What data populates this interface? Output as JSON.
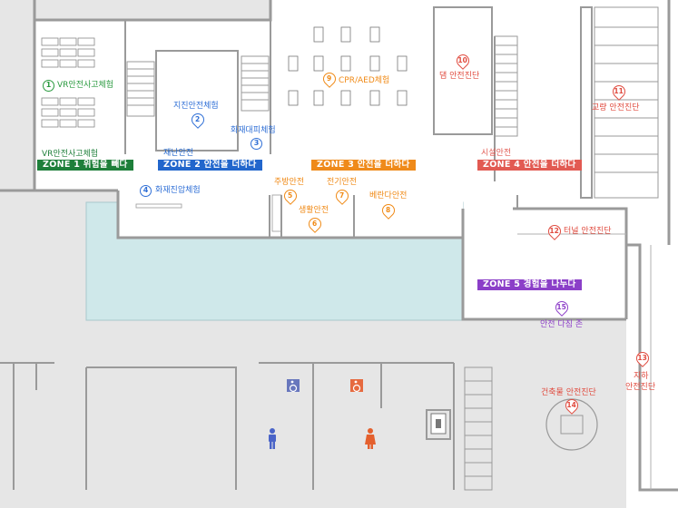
{
  "colors": {
    "zone1": "#1e7f3a",
    "zone2": "#2266cc",
    "zone3": "#ef8a1a",
    "zone4": "#e25a52",
    "zone5": "#8b3fc8",
    "pool": "#cfe8ea",
    "gray_area": "#e6e6e6",
    "wall": "#a8a8a8"
  },
  "zones": {
    "zone1": {
      "sub": "VR안전사고체험",
      "label": "ZONE 1  위험을 빼다"
    },
    "zone2": {
      "sub": "재난안전",
      "label": "ZONE 2  안전을 더하다"
    },
    "zone3": {
      "label": "ZONE 3  안전을 더하다"
    },
    "zone4": {
      "sub": "시설안전",
      "label": "ZONE 4  안전을 더하다"
    },
    "zone5": {
      "label": "ZONE 5  경험을 나누다"
    }
  },
  "spots": {
    "s1": {
      "num": "1",
      "label": "VR안전사고체험"
    },
    "s2": {
      "num": "2",
      "label": "지진안전체험"
    },
    "s3": {
      "num": "3",
      "label": "화재대피체험"
    },
    "s4": {
      "num": "4",
      "label": "화재진압체험"
    },
    "s5": {
      "num": "5",
      "label": "주방안전"
    },
    "s6": {
      "num": "6",
      "label": "생활안전"
    },
    "s7": {
      "num": "7",
      "label": "전기안전"
    },
    "s8": {
      "num": "8",
      "label": "베란다안전"
    },
    "s9": {
      "num": "9",
      "label": "CPR/AED체험"
    },
    "s10": {
      "num": "10",
      "label": "댐 안전진단"
    },
    "s11": {
      "num": "11",
      "label": "교량 안전진단"
    },
    "s12": {
      "num": "12",
      "label": "터널 안전진단"
    },
    "s13": {
      "num": "13",
      "label_line1": "지하",
      "label_line2": "안전진단"
    },
    "s14": {
      "num": "14",
      "label": "건축물 안전진단"
    },
    "s15": {
      "num": "15",
      "label": "안전 다짐 존"
    }
  },
  "icons": [
    "wheelchair-icon",
    "male-restroom-icon",
    "female-restroom-icon",
    "elevator-icon",
    "stairs-icon"
  ]
}
